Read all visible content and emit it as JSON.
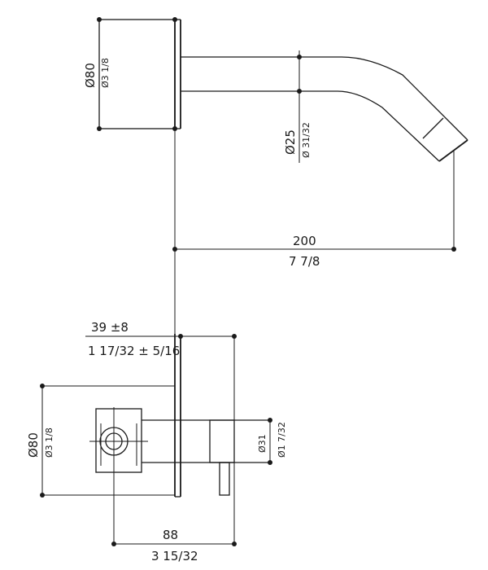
{
  "top_view": {
    "body_diameter": "Ø80",
    "body_diameter_inch": "Ø3 1/8",
    "spout_diameter": "Ø25",
    "spout_diameter_inch": "Ø 31/32",
    "projection": "200",
    "projection_inch": "7 7/8"
  },
  "bottom_view": {
    "wall_depth": "39 ±8",
    "wall_depth_inch": "1 17/32  ± 5/16",
    "plate_diameter": "Ø80",
    "plate_diameter_inch": "Ø3 1/8",
    "valve_diameter": "Ø31",
    "valve_diameter_inch": "Ø1 7/32",
    "depth": "88",
    "depth_inch": "3 15/32"
  }
}
